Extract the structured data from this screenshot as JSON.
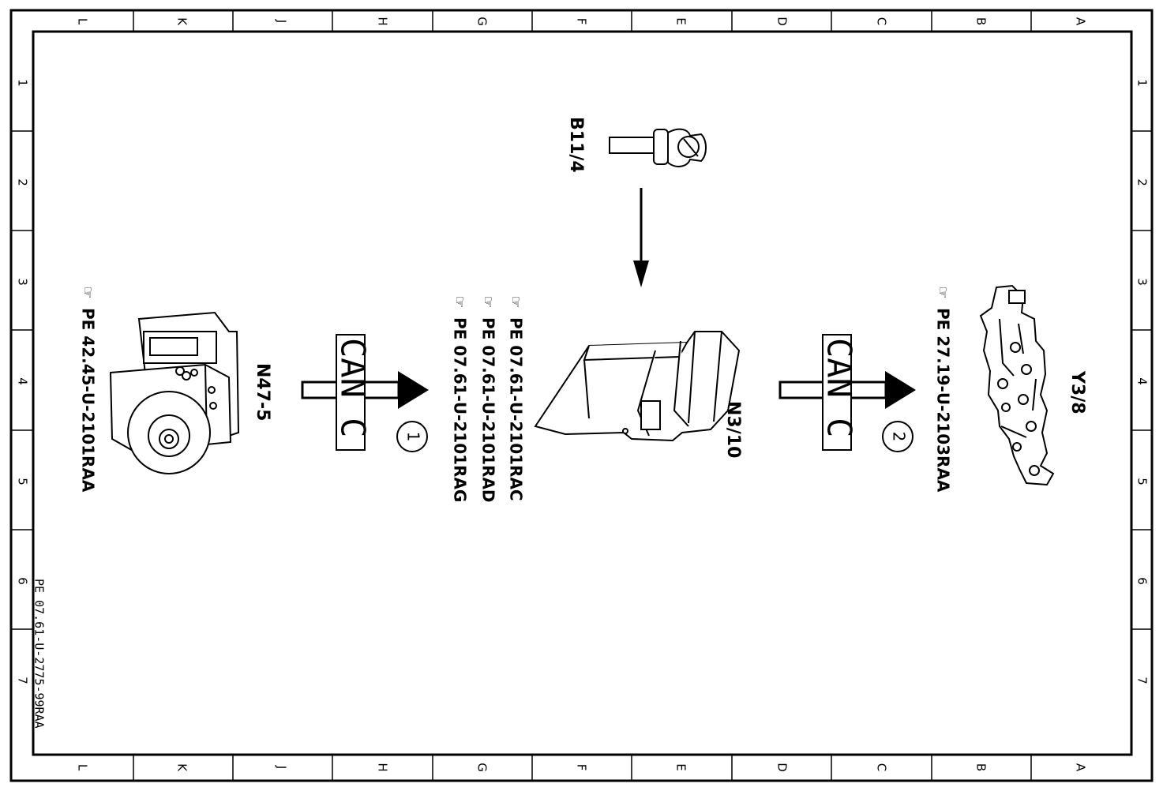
{
  "grid": {
    "columns": [
      "L",
      "K",
      "J",
      "H",
      "G",
      "F",
      "E",
      "D",
      "C",
      "B",
      "A"
    ],
    "rows": [
      "1",
      "2",
      "3",
      "4",
      "5",
      "6",
      "7"
    ]
  },
  "components": {
    "abs_unit": {
      "label": "N47-5",
      "ref": "PE  42.45-U-2101RAA"
    },
    "control_unit": {
      "label": "N3/10",
      "refs": [
        "PE  07.61-U-2101RAC",
        "PE  07.61-U-2101RAD",
        "PE  07.61-U-2101RAG"
      ]
    },
    "sensor": {
      "label": "B11/4"
    },
    "valve_body": {
      "label": "Y3/8",
      "ref": "PE  27.19-U-2103RAA"
    }
  },
  "connections": [
    {
      "bus": "CAN  C",
      "number": "1"
    },
    {
      "bus": "CAN  C",
      "number": "2"
    }
  ],
  "document_id": "PE 07.61-U-2775-99RAA"
}
